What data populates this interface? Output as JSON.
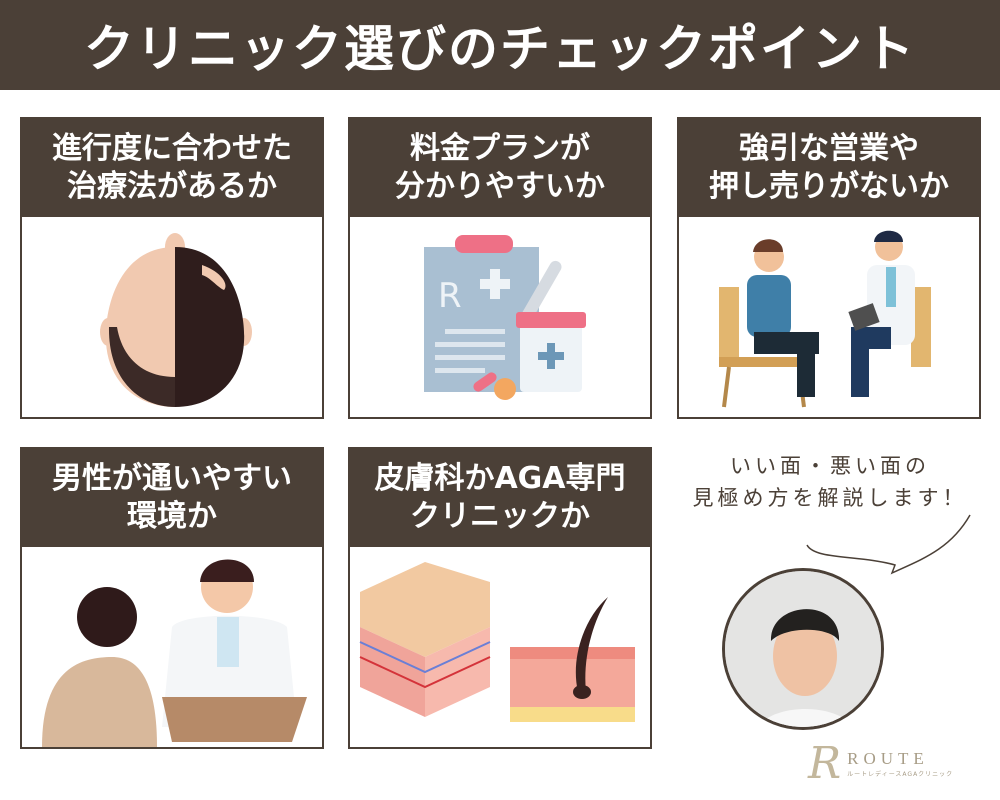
{
  "banner": {
    "title": "クリニック選びのチェックポイント"
  },
  "cards": [
    {
      "line1": "進行度に合わせた",
      "line2": "治療法があるか",
      "illustration": "scalp-top-view-half-bald"
    },
    {
      "line1": "料金プランが",
      "line2": "分かりやすいか",
      "illustration": "prescription-clipboard-medicine"
    },
    {
      "line1": "強引な営業や",
      "line2": "押し売りがないか",
      "illustration": "patient-doctor-consultation"
    },
    {
      "line1": "男性が通いやすい",
      "line2": "環境か",
      "illustration": "doctor-desk-consultation"
    },
    {
      "line1": "皮膚科かAGA専門",
      "line2": "クリニックか",
      "illustration": "skin-layers-hair-follicle"
    }
  ],
  "speech": {
    "line1": "いい面・悪い面の",
    "line2": "見極め方を解説します！"
  },
  "logo": {
    "mark": "R",
    "name": "ROUTE",
    "sub": "ルートレディースAGAクリニック"
  },
  "colors": {
    "brand_brown": "#4b4037",
    "logo_gold": "#c3b79c"
  }
}
